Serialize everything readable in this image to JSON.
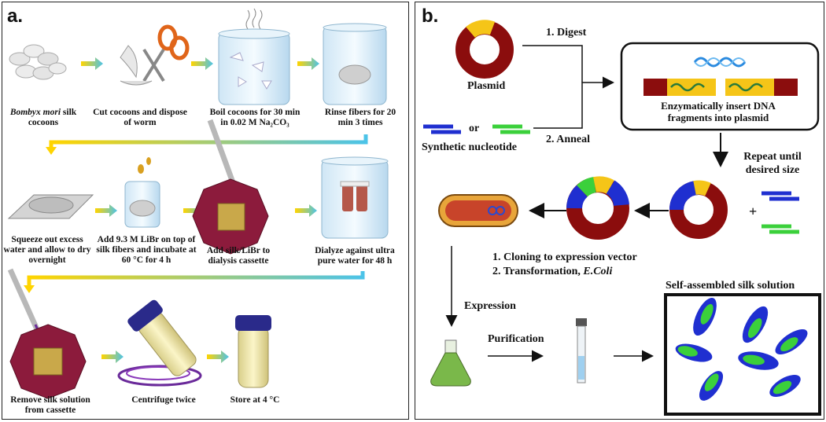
{
  "panel_a": {
    "label": "a.",
    "steps": [
      {
        "prefix": "Bombyx mori",
        "text": " silk cocoons"
      },
      {
        "text": "Cut cocoons and dispose of worm"
      },
      {
        "text": "Boil cocoons for 30 min in 0.02 M Na₂CO₃"
      },
      {
        "text": "Rinse fibers for 20 min 3 times"
      },
      {
        "text": "Squeeze out excess water and allow to dry overnight"
      },
      {
        "text": "Add 9.3 M LiBr on top of silk fibers and incubate at 60 °C for 4 h"
      },
      {
        "text": "Add silk/LiBr to dialysis cassette"
      },
      {
        "text": "Dialyze against ultra pure water for 48 h"
      },
      {
        "text": "Remove silk solution from cassette"
      },
      {
        "text": "Centrifuge twice"
      },
      {
        "text": "Store at 4 °C"
      }
    ]
  },
  "panel_b": {
    "label": "b.",
    "plasmid": "Plasmid",
    "digest": "1. Digest",
    "anneal": "2. Anneal",
    "or": "or",
    "synthetic": "Synthetic nucleotide",
    "insert": "Enzymatically insert DNA fragments into plasmid",
    "repeat": "Repeat until desired size",
    "plus": "+",
    "cloning": "1.  Cloning  to expression vector",
    "transformation_prefix": "2.  Transformation, ",
    "transformation_organism": "E.Coli",
    "expression": "Expression",
    "purification": "Purification",
    "self_assembled": "Self-assembled silk solution"
  },
  "colors": {
    "plasmid_red": "#8B0D0D",
    "yellow": "#F5C518",
    "blue": "#1F2FD0",
    "green": "#3BD03B",
    "gold_pad": "#C9A84A",
    "cassette_red": "#8C1B3C",
    "arrow_gradient": [
      "#FFD400",
      "#4CC3E8"
    ]
  }
}
